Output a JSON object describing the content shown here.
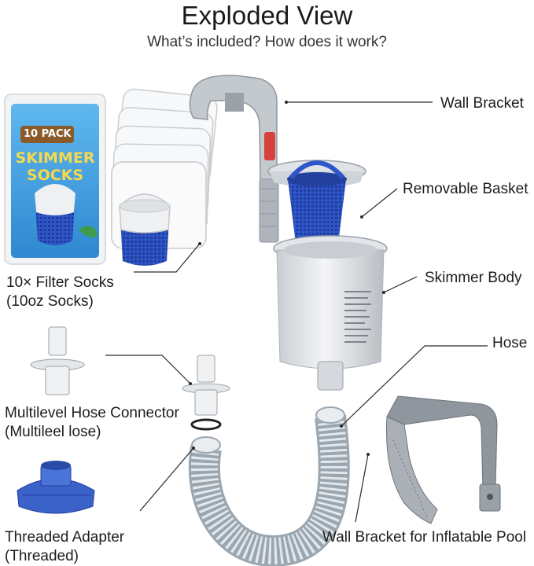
{
  "header": {
    "title": "Exploded View",
    "subtitle": "What’s included? How does it work?"
  },
  "package": {
    "badge": "10 PACK",
    "name_line1": "SKIMMER",
    "name_line2": "SOCKS"
  },
  "labels": {
    "wall_bracket": "Wall Bracket",
    "removable_basket": "Removable Basket",
    "skimmer_body": "Skimmer Body",
    "hose": "Hose",
    "filter_socks_line1": "10× Filter Socks",
    "filter_socks_line2": "(10oz Socks)",
    "hose_connector_line1": "Multilevel Hose Connector",
    "hose_connector_line2": "(Multileel lose)",
    "threaded_adapter_line1": "Threaded Adapter",
    "threaded_adapter_line2": "(Threaded)",
    "inflatable_bracket": "Wall Bracket for Inflatable Pool"
  },
  "colors": {
    "basket_blue": "#2f56c8",
    "body_gray": "#e9ebee",
    "accent_red": "#d8403a",
    "bracket_gray": "#8f969d",
    "package_blue": "#3f9fe0",
    "badge_brown": "#8a5a2b"
  }
}
